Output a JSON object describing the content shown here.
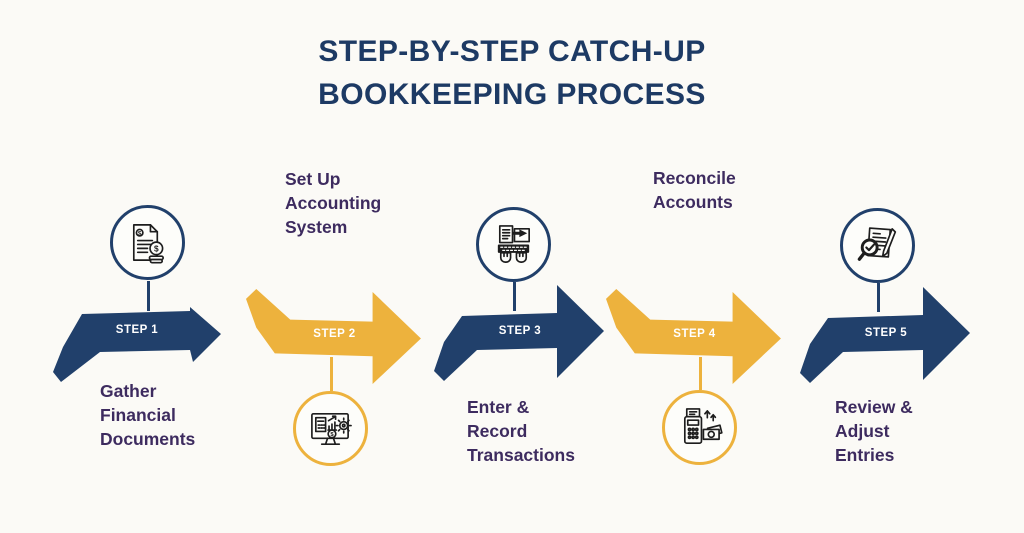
{
  "title": {
    "line1": "STEP-BY-STEP CATCH-UP",
    "line2": "BOOKKEEPING PROCESS"
  },
  "colors": {
    "navy": "#21406b",
    "gold": "#edb23d",
    "title": "#1d3a64",
    "label": "#3d2b5f",
    "step_text": "#ffffff",
    "background": "#fbfaf6",
    "icon_ink": "#1d1d1d"
  },
  "steps": [
    {
      "badge": "STEP 1",
      "arrow_color": "navy",
      "icon": "financial-documents-icon",
      "label_position": "below",
      "label_lines": [
        "Gather",
        "Financial",
        "Documents"
      ]
    },
    {
      "badge": "STEP 2",
      "arrow_color": "gold",
      "icon": "accounting-system-icon",
      "label_position": "above",
      "label_lines": [
        "Set Up",
        "Accounting",
        "System"
      ]
    },
    {
      "badge": "STEP 3",
      "arrow_color": "navy",
      "icon": "record-transactions-icon",
      "label_position": "below",
      "label_lines": [
        "Enter &",
        "Record",
        "Transactions"
      ]
    },
    {
      "badge": "STEP 4",
      "arrow_color": "gold",
      "icon": "reconcile-accounts-icon",
      "label_position": "above",
      "label_lines": [
        "Reconcile",
        "Accounts"
      ]
    },
    {
      "badge": "STEP 5",
      "arrow_color": "navy",
      "icon": "review-entries-icon",
      "label_position": "below",
      "label_lines": [
        "Review &",
        "Adjust",
        "Entries"
      ]
    }
  ]
}
